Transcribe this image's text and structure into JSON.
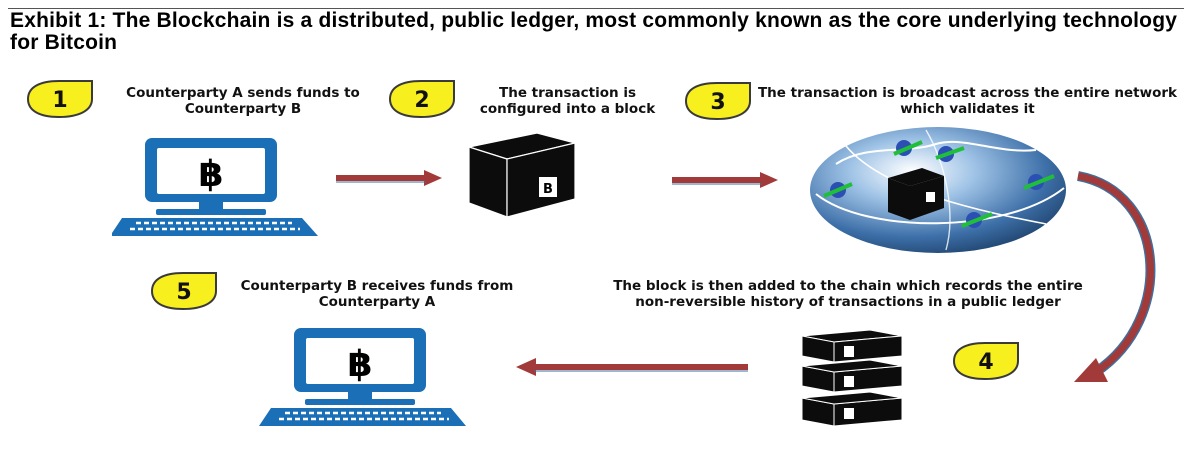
{
  "title": "Exhibit 1: The Blockchain is a distributed, public ledger, most commonly known as the core underlying technology for Bitcoin",
  "steps": [
    {
      "number": "1",
      "text": "Counterparty A sends funds to Counterparty B"
    },
    {
      "number": "2",
      "text": "The transaction is configured into a block"
    },
    {
      "number": "3",
      "text": "The transaction is broadcast across the entire network which validates it"
    },
    {
      "number": "4",
      "text": "The block is then added to the chain which records the entire non-reversible history of transactions in a public ledger"
    },
    {
      "number": "5",
      "text": "Counterparty B receives funds from Counterparty A"
    }
  ],
  "icon_glyphs": {
    "bitcoin": "฿",
    "block_mark": "B"
  },
  "colors": {
    "badge_fill": "#f7ef1e",
    "badge_stroke": "#3a3a3a",
    "computer_blue": "#1a6fb6",
    "arrow_red": "#a33a3a",
    "arrow_blue": "#3e6f9e",
    "block_black": "#0c0c0c"
  }
}
